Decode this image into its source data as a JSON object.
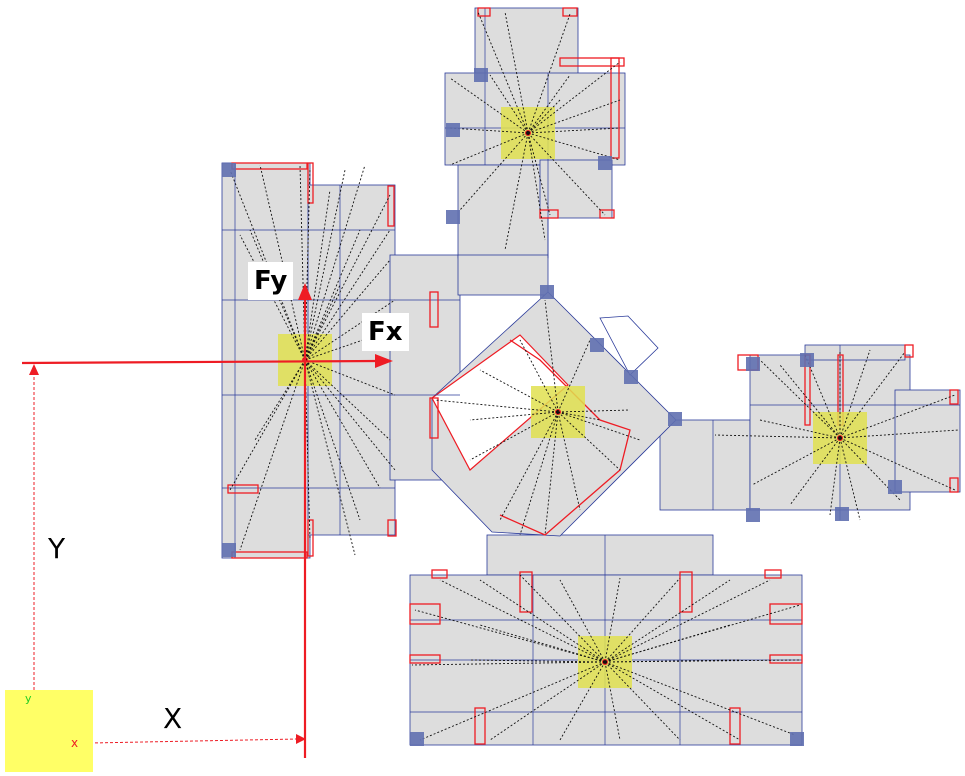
{
  "labels": {
    "force_y": "Fy",
    "force_x": "Fx",
    "dim_x": "X",
    "dim_y": "Y",
    "axis_x": "x",
    "axis_y": "y"
  },
  "colors": {
    "slab": "#dddddd",
    "grid": "#2a3a9a",
    "wall": "#ee1c24",
    "center_zone": "#e0e050",
    "support": "#6070b0",
    "origin_box": "#ffff66",
    "axis_y": "#22cc22"
  }
}
